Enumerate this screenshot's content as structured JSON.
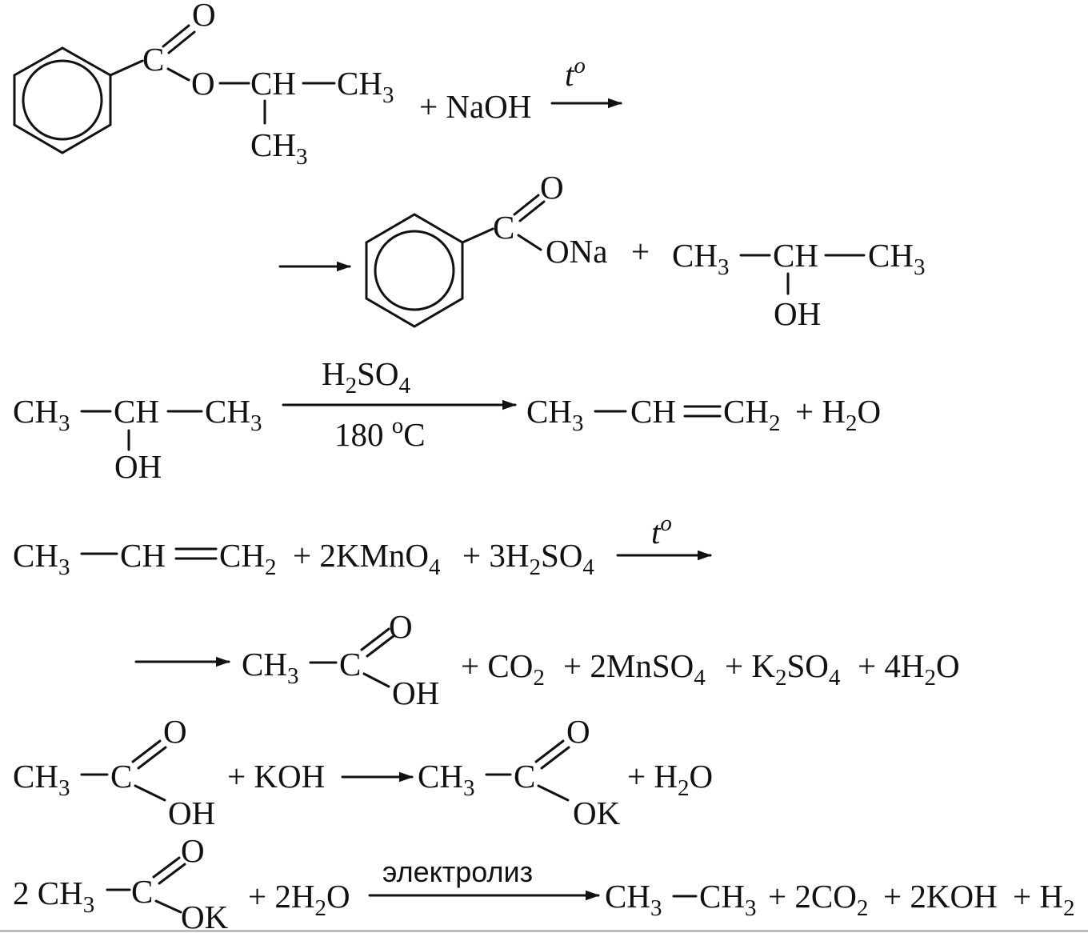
{
  "temperature": "t",
  "degree": "o",
  "plus": "+",
  "c": "C",
  "ch": "CH",
  "ch3": "CH",
  "ch2": "CH",
  "oxygen": "O",
  "sub2": "2",
  "sub3": "3",
  "sub4": "4",
  "r1": {
    "isopropyl_o": "O",
    "naoh": "+ NaOH"
  },
  "r2": {
    "ona": "ONa"
  },
  "r3": {
    "oh": "OH",
    "catalyst": {
      "h": "H",
      "so": "SO"
    },
    "condition": "180 ",
    "condition_unit": "C",
    "water": {
      "plus_h": "+ H",
      "o": "O"
    }
  },
  "r4": {
    "kmno4": "+ 2KMnO",
    "h2so4_a": "+ 3H",
    "h2so4_b": "SO"
  },
  "r5": {
    "oh": "OH",
    "co2_a": "+ CO",
    "mnso4_a": "+ 2MnSO",
    "k2so4_a": "+ K",
    "k2so4_b": "SO",
    "water_a": "+ 4H",
    "water_b": "O"
  },
  "r6": {
    "oh": "OH",
    "koh": "+ KOH",
    "ok": "OK",
    "water_a": "+ H",
    "water_b": "O"
  },
  "r7": {
    "coef": "2 CH",
    "ok": "OK",
    "water_a": "+ 2H",
    "water_b": "O",
    "condition": "электролиз",
    "co2_a": "+ 2CO",
    "koh": "+ 2KOH",
    "h2": "+ H"
  }
}
